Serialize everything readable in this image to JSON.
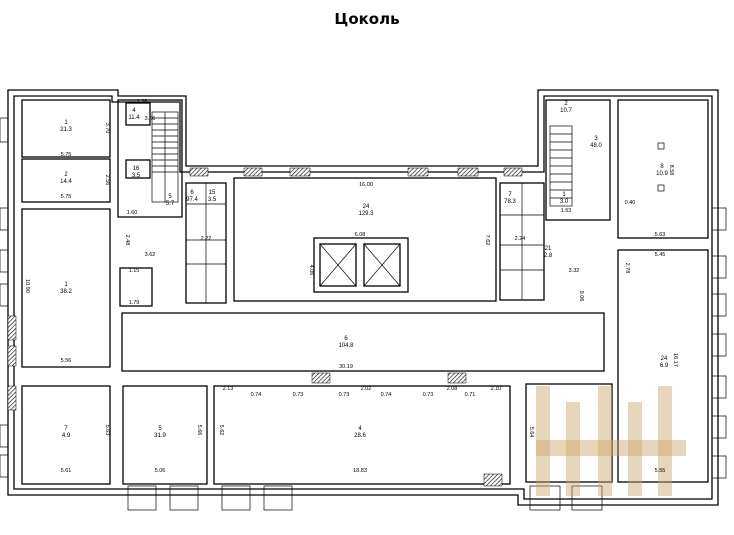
{
  "title": "Цоколь",
  "rooms": [
    {
      "n": "1",
      "a": "21.3"
    },
    {
      "n": "2",
      "a": "14.4"
    },
    {
      "n": "1",
      "a": "38.2"
    },
    {
      "n": "7",
      "a": "4.9"
    },
    {
      "n": "5",
      "a": "31.9"
    },
    {
      "n": "4",
      "a": "28.6"
    },
    {
      "n": "6",
      "a": "104.8"
    },
    {
      "n": "24",
      "a": "129.3"
    },
    {
      "n": "6",
      "a": "97.4"
    },
    {
      "n": "15",
      "a": "3.5"
    },
    {
      "n": "16",
      "a": "3.5"
    },
    {
      "n": "4",
      "a": "11.4"
    },
    {
      "n": "5",
      "a": "5.7"
    },
    {
      "n": "8",
      "a": "10.9"
    },
    {
      "n": "3",
      "a": "48.0"
    },
    {
      "n": "2",
      "a": "10.7"
    },
    {
      "n": "1",
      "a": "3.0"
    },
    {
      "n": "24",
      "a": "6.9"
    },
    {
      "n": "7",
      "a": "78.3"
    },
    {
      "n": "21",
      "a": "2.8"
    }
  ],
  "dims": [
    "5.75",
    "5.75",
    "3.70",
    "2.56",
    "10.90",
    "5.56",
    "5.63",
    "5.61",
    "5.06",
    "5.66",
    "5.62",
    "18.83",
    "30.19",
    "16.00",
    "6.08",
    "4.06",
    "7.62",
    "2.24",
    "3.66",
    "1.26",
    "1.60",
    "2.48",
    "3.62",
    "1.15",
    "1.79",
    "2.22",
    "3.32",
    "2.78",
    "9.06",
    "5.45",
    "16.17",
    "5.55",
    "5.64",
    "8.58",
    "5.63",
    "1.53",
    "0.40",
    "2.13",
    "0.74",
    "0.73",
    "0.73",
    "0.74",
    "0.73",
    "0.71",
    "2.02",
    "2.08",
    "2.10"
  ]
}
